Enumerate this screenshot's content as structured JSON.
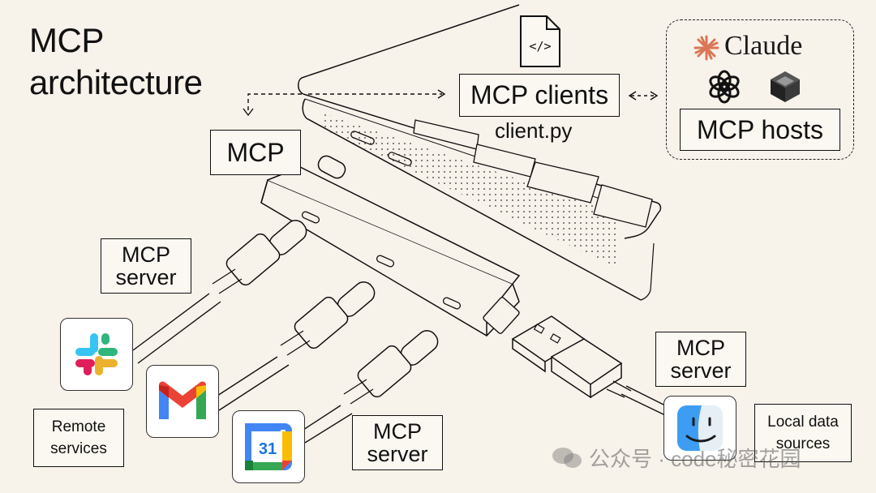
{
  "title": {
    "line1": "MCP",
    "line2": "architecture"
  },
  "labels": {
    "mcp": "MCP",
    "mcp_clients": "MCP clients",
    "client_file": "client.py",
    "mcp_hosts": "MCP hosts",
    "claude": "Claude",
    "server_top": {
      "line1": "MCP",
      "line2": "server"
    },
    "server_bottom": {
      "line1": "MCP",
      "line2": "server"
    },
    "server_right": {
      "line1": "MCP",
      "line2": "server"
    },
    "remote_services": {
      "line1": "Remote",
      "line2": "services"
    },
    "local_data": {
      "line1": "Local data",
      "line2": "sources"
    }
  },
  "calendar_number": "31",
  "watermark": "公众号 · code秘密花园",
  "icons": [
    "code-file-icon",
    "claude-logo-icon",
    "openai-logo-icon",
    "cube-logo-icon",
    "slack-icon",
    "gmail-icon",
    "google-calendar-icon",
    "finder-icon",
    "laptop-illustration",
    "usb-hub-illustration"
  ],
  "colors": {
    "background": "#f7f2ea",
    "claude_accent": "#d97757",
    "box_fill": "#fbf8f2"
  }
}
